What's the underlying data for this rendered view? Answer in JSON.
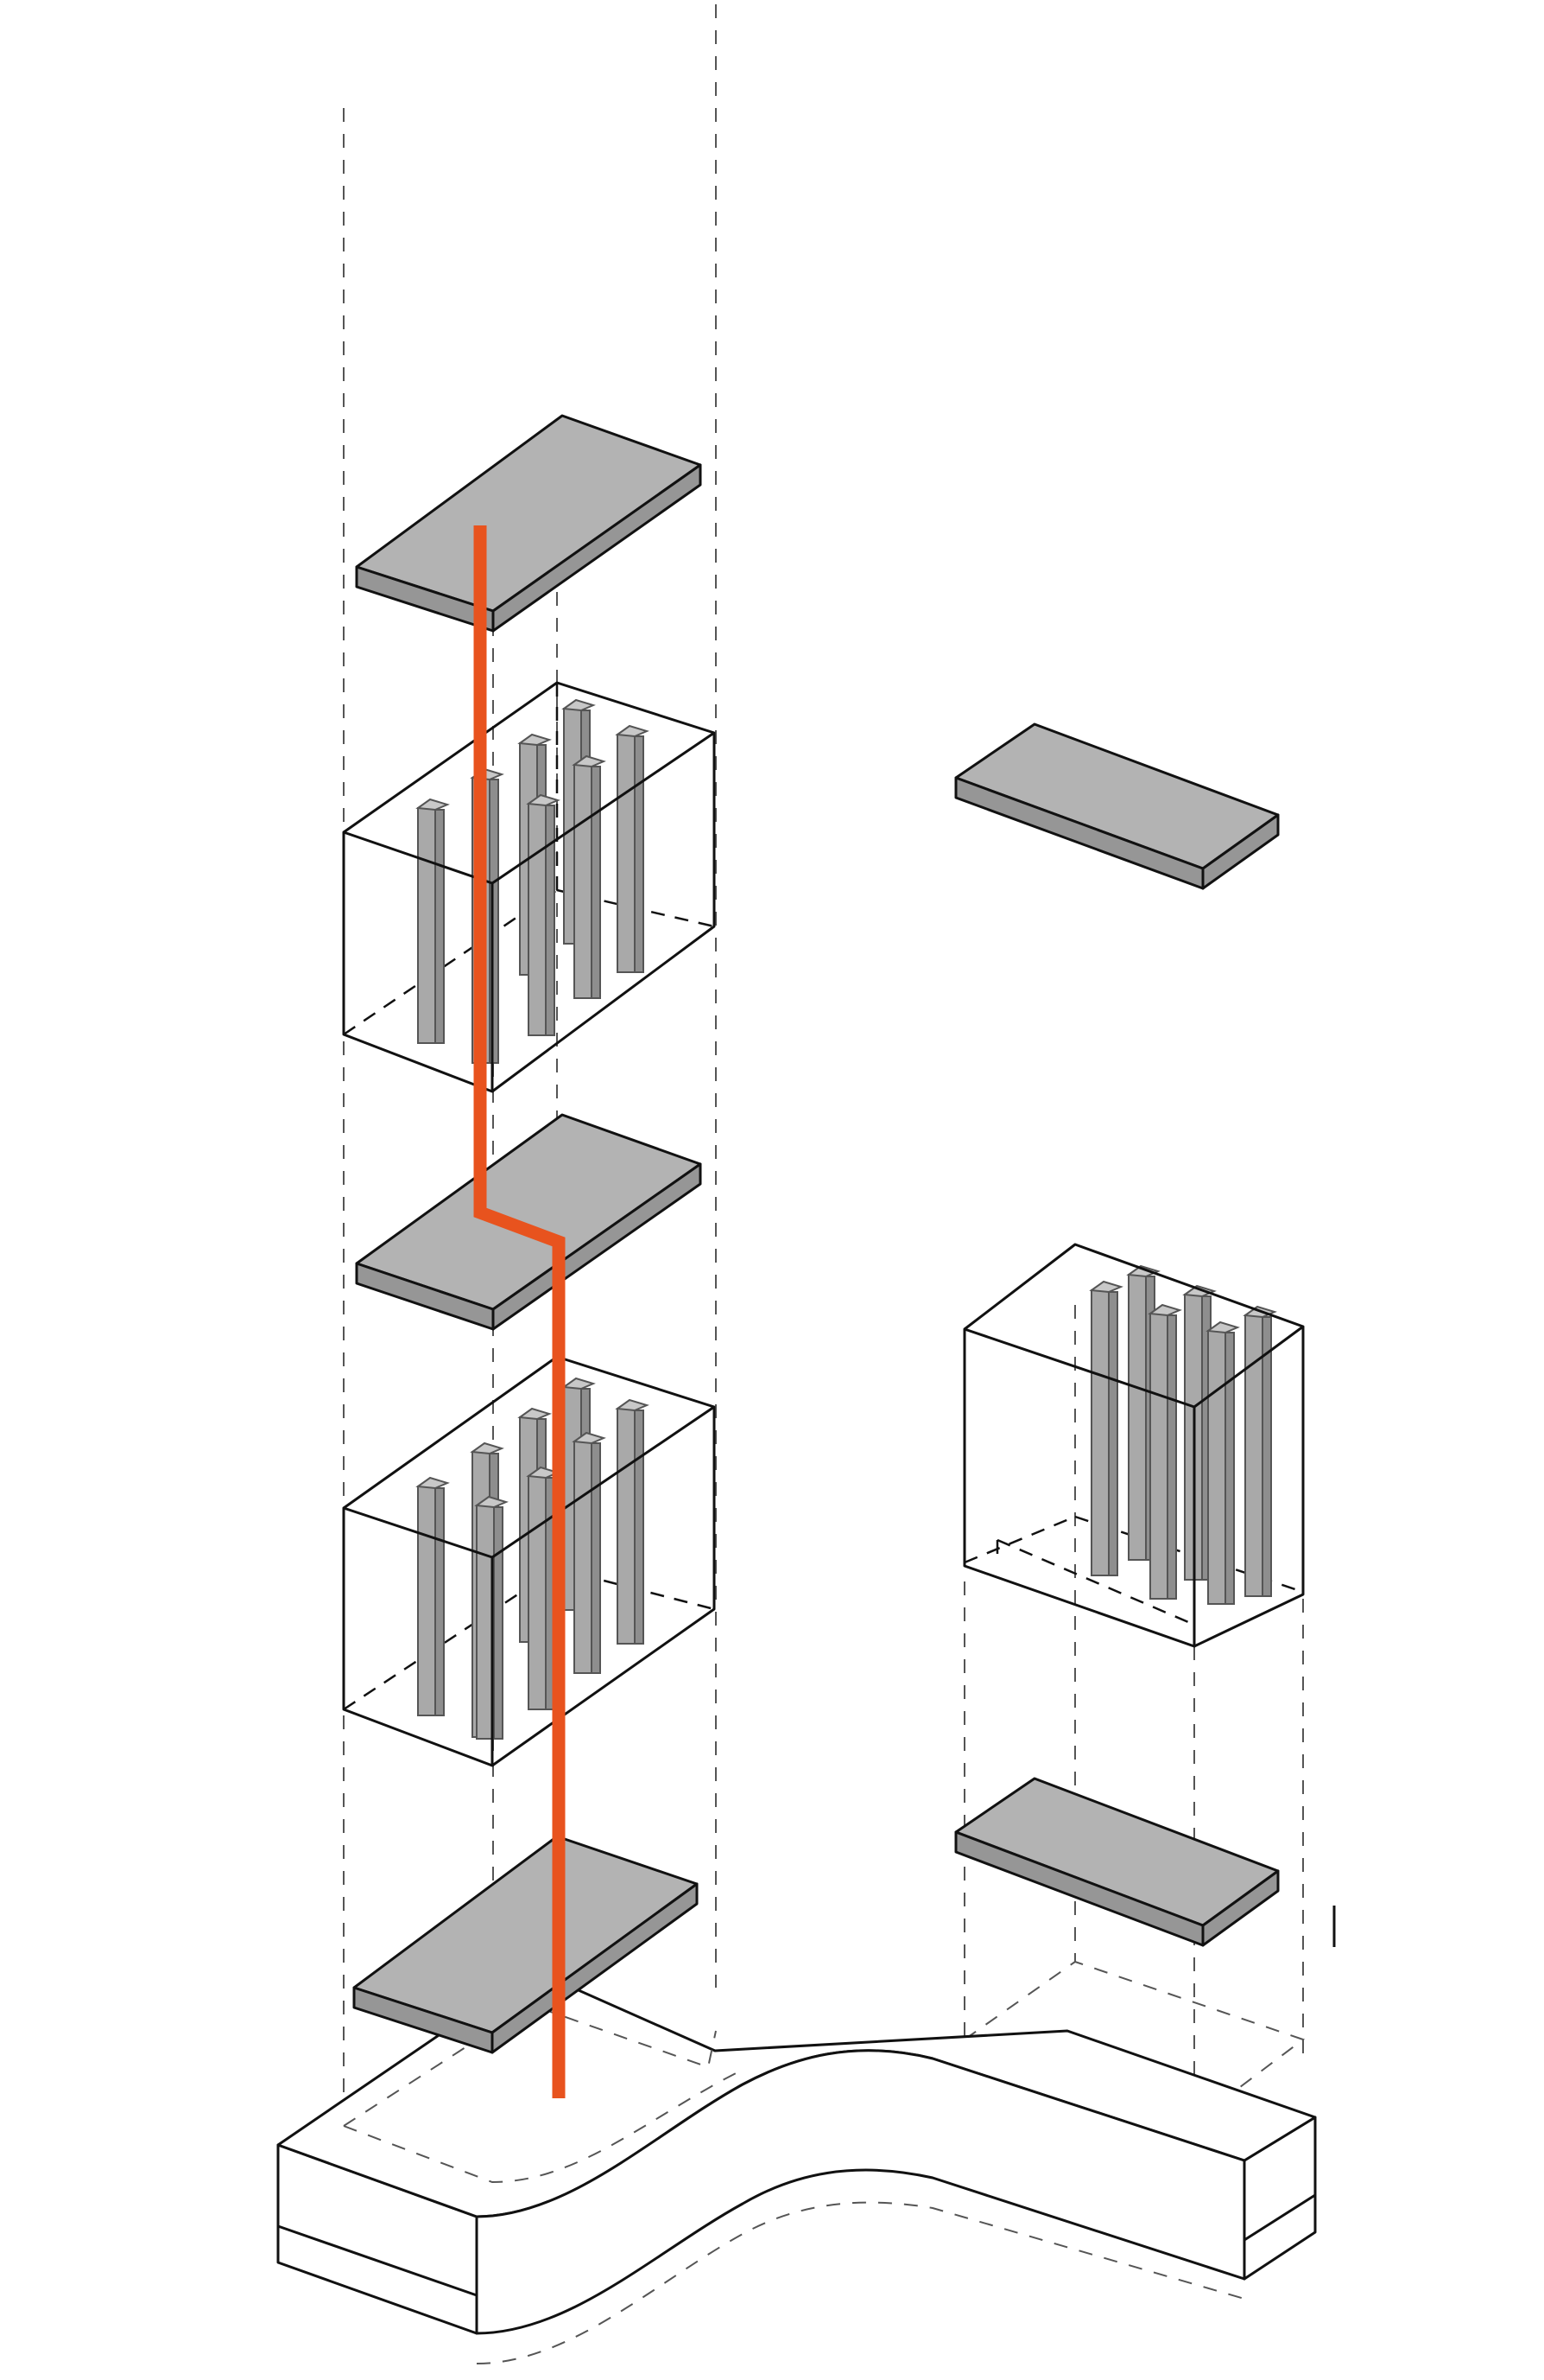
{
  "diagram": {
    "kind": "exploded-axonometric",
    "colors": {
      "background": "#ffffff",
      "line": "#111111",
      "guide": "#555555",
      "slab_top": "#b3b3b3",
      "slab_side": "#969696",
      "column": "#a9a9a9",
      "column_side": "#8e8e8e",
      "circulation_path": "#e8531e"
    },
    "components": [
      "left-tower-top-slab",
      "left-tower-upper-volume",
      "left-tower-middle-slab",
      "left-tower-lower-volume",
      "left-tower-bottom-slab",
      "right-tower-top-slab",
      "right-tower-volume",
      "right-tower-bottom-slab",
      "curved-podium-base",
      "vertical-circulation-path"
    ]
  }
}
